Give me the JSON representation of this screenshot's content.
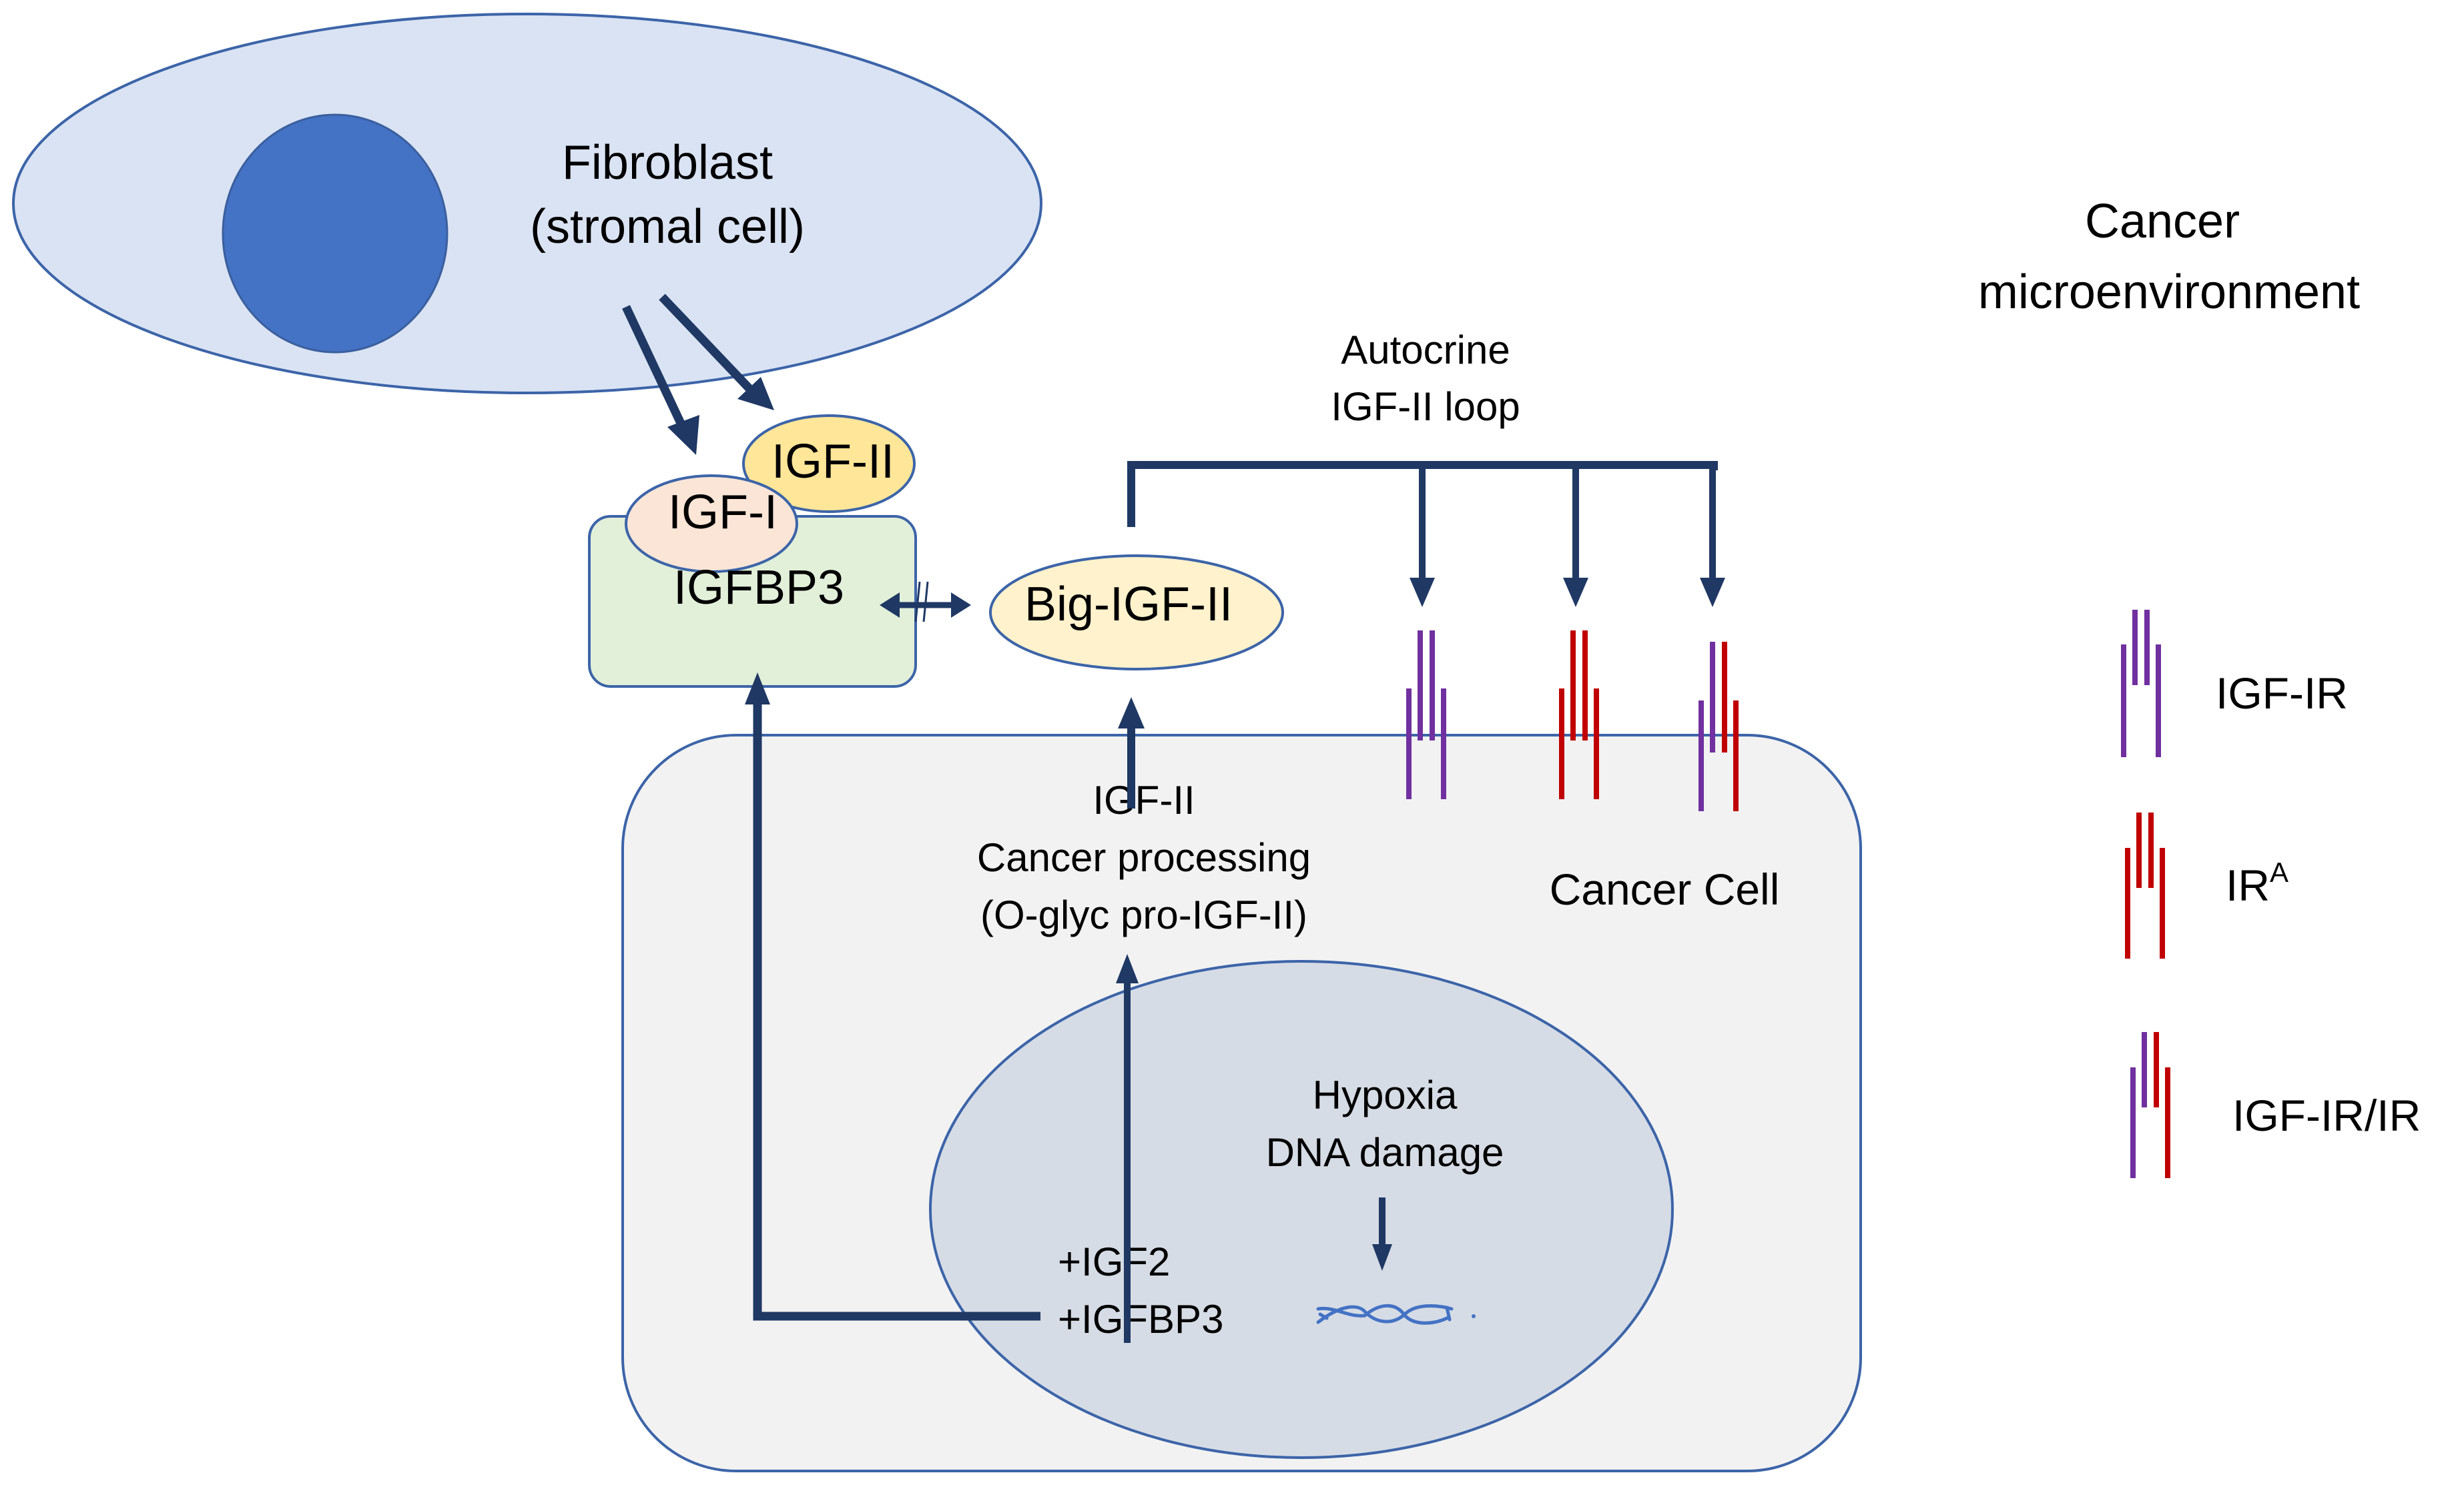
{
  "colors": {
    "arrow": "#1f3864",
    "outline": "#3c64a8",
    "fibroblast_fill": "#dae3f3",
    "fibroblast_nucleus": "#4472c4",
    "cancer_cell_fill": "#f2f2f2",
    "nucleus_fill": "#d6dce5",
    "igfbp3_fill": "#e2f0d9",
    "igf1_fill": "#fbe5d6",
    "igf2_fill": "#ffe699",
    "big_igf2_fill": "#fff2cc",
    "igf1r_color": "#7030a0",
    "ir_color": "#c00000",
    "dna_color": "#4472c4"
  },
  "fibroblast": {
    "title": "Fibroblast",
    "subtitle": "(stromal cell)"
  },
  "microenvironment": {
    "line1": "Cancer",
    "line2": "microenvironment"
  },
  "complex": {
    "igfbp3": "IGFBP3",
    "igf1": "IGF-I",
    "igf2": "IGF-II"
  },
  "big_igf2": "Big-IGF-II",
  "autocrine": {
    "line1": "Autocrine",
    "line2": "IGF-II loop"
  },
  "cancer_cell": {
    "label": "Cancer Cell",
    "processing": {
      "line1": "IGF-II",
      "line2": "Cancer processing",
      "line3": "(O-glyc pro-IGF-II)"
    }
  },
  "nucleus": {
    "stimulus_line1": "Hypoxia",
    "stimulus_line2": "DNA damage",
    "gene1": "+IGF2",
    "gene2": "+IGFBP3",
    "dna_icon": "dna-helix-icon"
  },
  "receptors_on_membrane": [
    {
      "type": "IGF-IR",
      "left": "igf1r",
      "right": "igf1r"
    },
    {
      "type": "IR-A",
      "left": "ir",
      "right": "ir"
    },
    {
      "type": "IGF-IR/IR",
      "left": "igf1r",
      "right": "ir"
    }
  ],
  "legend": [
    {
      "label": "IGF-IR",
      "superscript": "",
      "left": "igf1r",
      "right": "igf1r"
    },
    {
      "label": "IR",
      "superscript": "A",
      "left": "ir",
      "right": "ir"
    },
    {
      "label": "IGF-IR/IR",
      "superscript": "",
      "left": "igf1r",
      "right": "ir"
    }
  ]
}
